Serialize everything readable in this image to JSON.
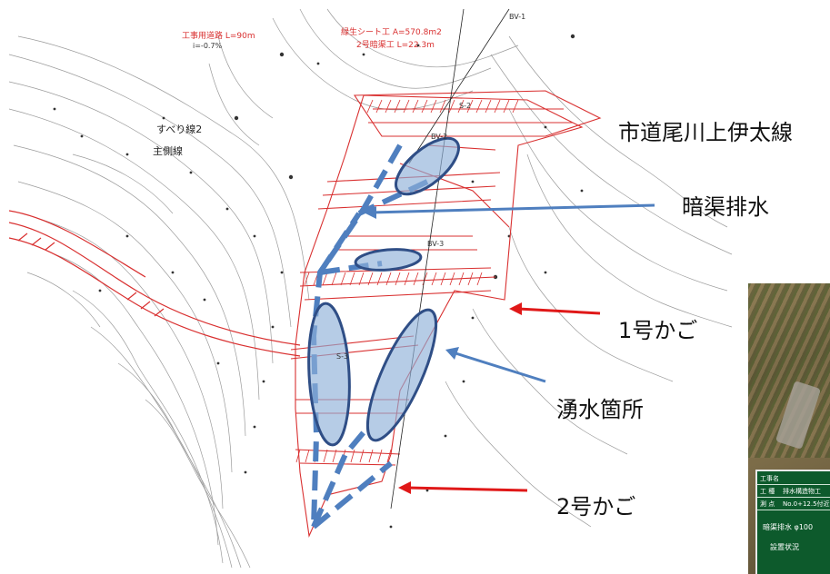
{
  "map_texts": {
    "road": "工事用道路 L=90m",
    "gradient": "i=-0.7%",
    "sheet": "緑生シート工 A=570.8m2",
    "drain": "2号暗渠工 L=22.3m",
    "slip_line": "すべり線2",
    "main_line": "主側線",
    "bv1": "BV-1",
    "bv2": "BV-2",
    "bv3": "BV-3",
    "s2": "S-2",
    "s3": "S-3"
  },
  "callouts": {
    "city_road": "市道尾川上伊太線",
    "underdrain": "暗渠排水",
    "gabion1": "1号かご",
    "spring": "湧水箇所",
    "gabion2": "2号かご"
  },
  "photo_board": {
    "r1_label": "工事名",
    "r2_label": "工 種",
    "r2_value": "排水構造物工",
    "r3_label": "測 点",
    "r3_value": "No.0+12.5付近",
    "r4_text": "暗渠排水 φ100",
    "r5_text": "設置状況"
  },
  "colors": {
    "plan_red": "#d93030",
    "drain_blue": "#4f7fbf",
    "spring_fill": "#8fb0d8",
    "arrow_red": "#e01818",
    "board_green": "#0d5a2c"
  }
}
